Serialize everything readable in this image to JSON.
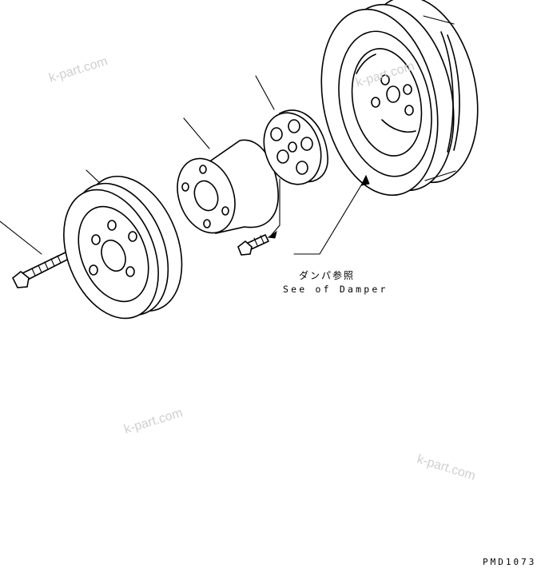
{
  "callout": {
    "japanese": "ダンパ参照",
    "english": "See of Damper"
  },
  "drawing_code": "PMD1073",
  "watermarks": [
    "k-part.com",
    "k-part.com",
    "k-part.com",
    "k-part.com"
  ],
  "colors": {
    "line": "#000000",
    "background": "#ffffff",
    "watermark": "#cfcfcf"
  }
}
